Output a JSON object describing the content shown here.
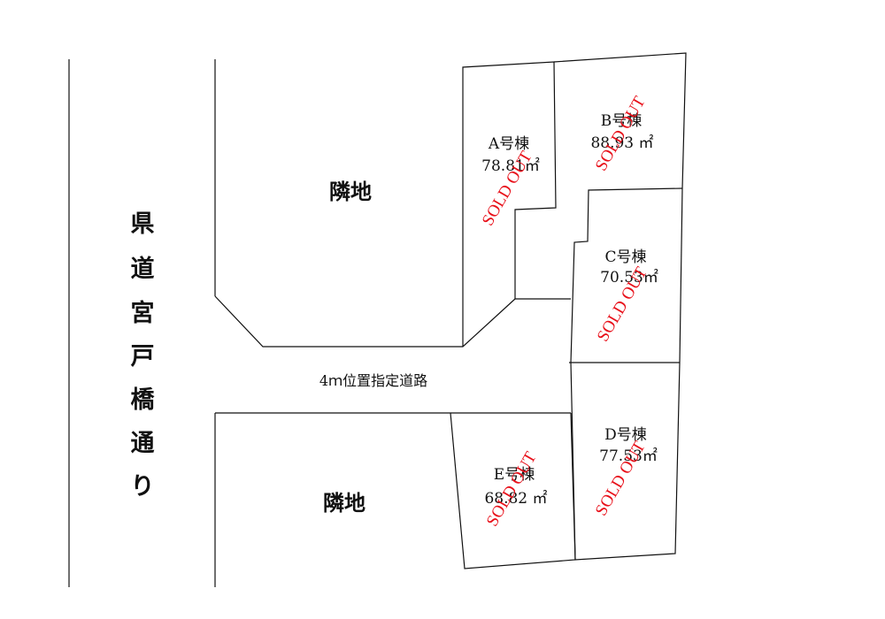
{
  "road": {
    "name_chars": [
      "県",
      "道",
      "宮",
      "戸",
      "橋",
      "通",
      "り"
    ],
    "private_road": "4ｍ位置指定道路"
  },
  "neighbors": [
    "隣地",
    "隣地"
  ],
  "lots": [
    {
      "id": "A",
      "name": "A号棟",
      "area": "78.81㎡",
      "status": "SOLD OUT"
    },
    {
      "id": "B",
      "name": "B号棟",
      "area": "88.93 ㎡",
      "status": "SOLD OUT"
    },
    {
      "id": "C",
      "name": "C号棟",
      "area": "70.53㎡",
      "status": "SOLD OUT"
    },
    {
      "id": "D",
      "name": "D号棟",
      "area": "77.53㎡",
      "status": "SOLD OUT"
    },
    {
      "id": "E",
      "name": "E号棟",
      "area": "68.82 ㎡",
      "status": "SOLD OUT"
    }
  ],
  "colors": {
    "lines": "#111111",
    "sold_out": "#e8101a",
    "background": "#ffffff"
  }
}
